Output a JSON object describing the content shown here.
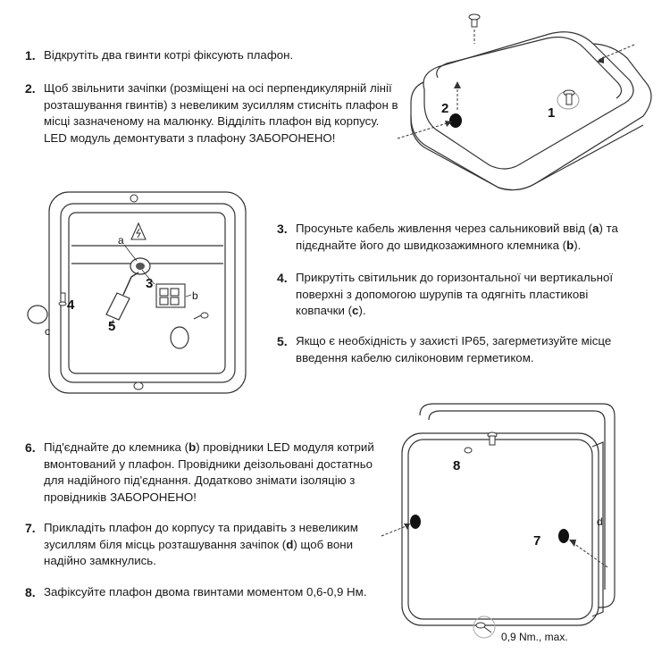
{
  "steps": [
    {
      "num": "1.",
      "text": "Відкрутіть два гвинти котрі фіксують плафон."
    },
    {
      "num": "2.",
      "text": "Щоб звільнити зачіпки (розміщені на осі перпендикулярній лінії розташування гвинтів) з невеликим зусиллям стисніть плафон в місці зазначеному на малюнку. Відділіть плафон від корпусу. LED модуль демонтувати з плафону ЗАБОРОНЕНО!"
    },
    {
      "num": "3.",
      "pre": "Просуньте кабель живлення через сальниковий ввід (",
      "b1": "a",
      "mid": ") та підєднайте його до швидкозажимного клемника (",
      "b2": "b",
      "post": ")."
    },
    {
      "num": "4.",
      "pre": "Прикрутіть світильник до горизонтальної чи вертикальної поверхні з допомогою шурупів та одягніть пластикові ковпачки (",
      "b1": "c",
      "post": ")."
    },
    {
      "num": "5.",
      "text": "Якщо є необхідність у захисті IP65, загерметизуйте місце введення кабелю силіконовим герметиком."
    },
    {
      "num": "6.",
      "pre": "Під'єднайте до клемника (",
      "b1": "b",
      "post": ") провідники LED модуля котрий вмонтований у плафон. Провідники деізольовані достатньо для надійного під'єднання. Додатково знімати ізоляцію з провідників ЗАБОРОНЕНО!"
    },
    {
      "num": "7.",
      "pre": "Прикладіть плафон до корпусу та придавіть з невеликим зусиллям біля місць розташування зачіпок (",
      "b1": "d",
      "post": ") щоб вони надійно замкнулись."
    },
    {
      "num": "8.",
      "text": "Зафіксуйте плафон двома гвинтами моментом 0,6-0,9 Нм."
    }
  ],
  "figure1": {
    "label_1": "1",
    "label_2": "2"
  },
  "figure2": {
    "label_a": "a",
    "label_b": "b",
    "label_c": "c",
    "label_3": "3",
    "label_4": "4",
    "label_5": "5"
  },
  "figure3": {
    "label_7": "7",
    "label_8": "8",
    "label_d": "d",
    "torque": "0,9 Nm., max."
  }
}
